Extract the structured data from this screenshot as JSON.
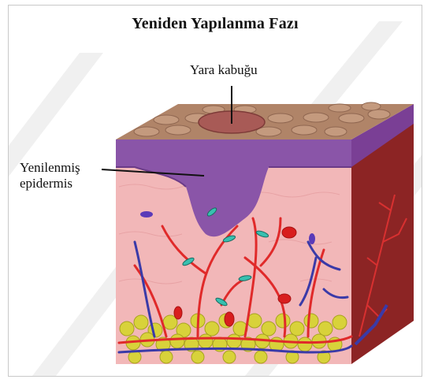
{
  "title": "Yeniden Yapılanma Fazı",
  "labels": {
    "scab": "Yara kabuğu",
    "epidermis_line1": "Yenilenmiş",
    "epidermis_line2": "epidermis"
  },
  "colors": {
    "top_surface": "#b08468",
    "scab": "#a85a56",
    "epidermis": "#8a55a8",
    "dermis_front": "#f2b7b8",
    "dermis_side": "#8c2424",
    "fat": "#d8d23a",
    "artery": "#e02a2a",
    "vein": "#3a3aa8",
    "watermark": "#eeeeee"
  }
}
